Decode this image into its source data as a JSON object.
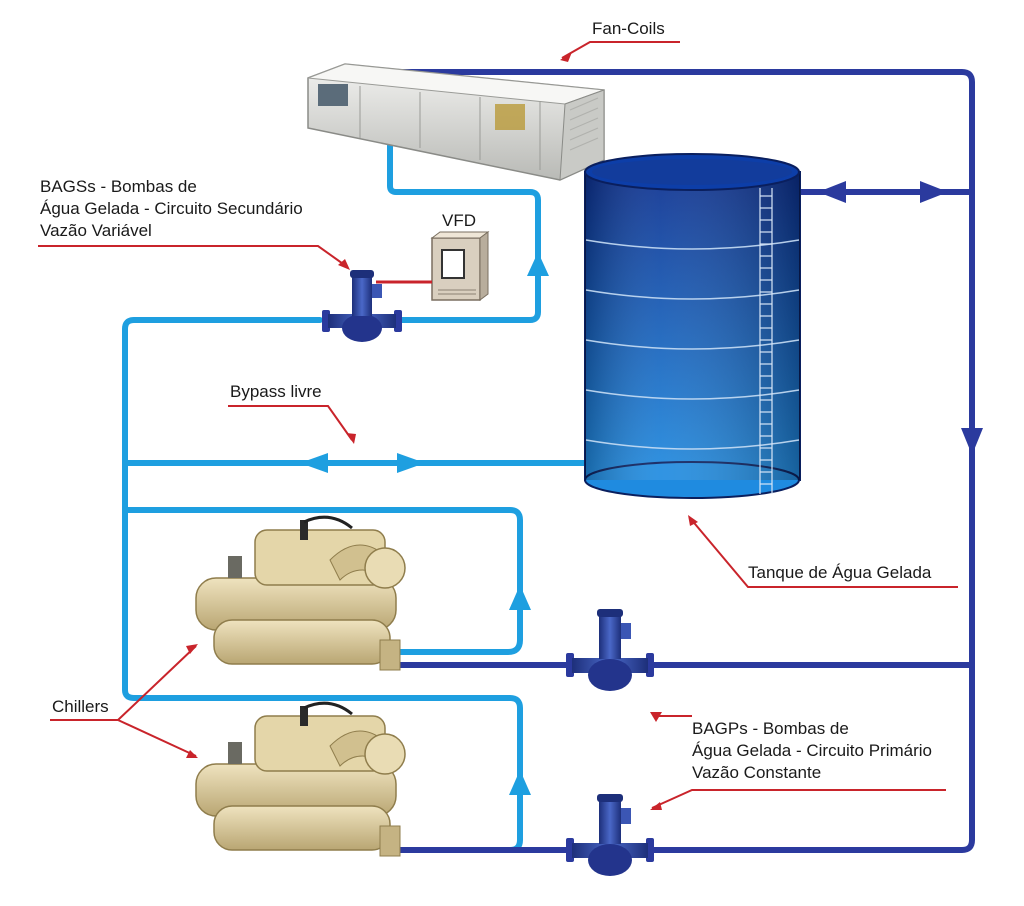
{
  "labels": {
    "fan_coils": "Fan-Coils",
    "bagss_line1": "BAGSs - Bombas de",
    "bagss_line2": "Água Gelada - Circuito Secundário",
    "bagss_line3": "Vazão Variável",
    "vfd": "VFD",
    "bypass": "Bypass livre",
    "tank": "Tanque de Água Gelada",
    "chillers": "Chillers",
    "bagps_line1": "BAGPs - Bombas de",
    "bagps_line2": "Água Gelada - Circuito Primário",
    "bagps_line3": "Vazão Constante"
  },
  "colors": {
    "secondary_pipe": "#1e9fe0",
    "primary_pipe": "#2b3a9e",
    "label_line": "#c9242b",
    "tank_top": "#0b2f8f",
    "tank_bottom": "#1f8be0",
    "chiller_body": "#d8c79a",
    "pump_body": "#2f4aa8"
  }
}
